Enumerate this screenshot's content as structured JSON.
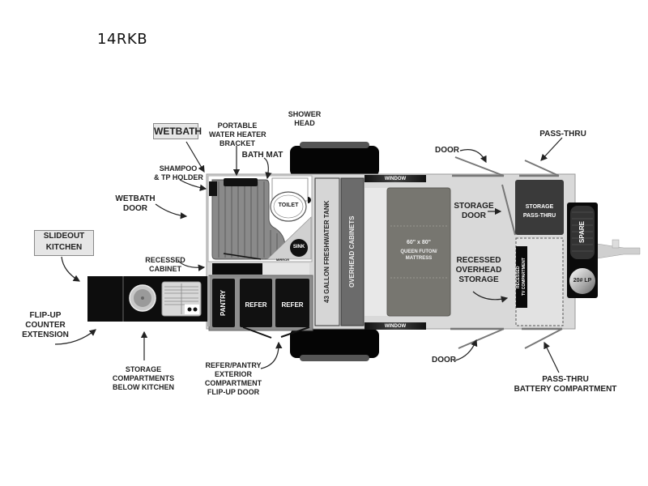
{
  "model_name": "14RKB",
  "callouts": {
    "wetbath": "WETBATH",
    "portable_water_heater": "PORTABLE\nWATER HEATER\nBRACKET",
    "shower_head": "SHOWER\nHEAD",
    "bath_mat": "BATH MAT",
    "shampoo_holder": "SHAMPOO\n& TP HOLDER",
    "wetbath_door": "WETBATH\nDOOR",
    "slideout_kitchen": "SLIDEOUT\nKITCHEN",
    "recessed_cabinet": "RECESSED\nCABINET",
    "flip_up_counter": "FLIP-UP\nCOUNTER\nEXTENSION",
    "storage_below_kitchen": "STORAGE\nCOMPARTMENTS\nBELOW KITCHEN",
    "refer_pantry_door": "REFER/PANTRY\nEXTERIOR\nCOMPARTMENT\nFLIP-UP DOOR",
    "door_top": "DOOR",
    "pass_thru_top": "PASS-THRU",
    "storage_door": "STORAGE\nDOOR",
    "recessed_overhead_storage": "RECESSED\nOVERHEAD\nSTORAGE",
    "door_bottom": "DOOR",
    "pass_thru_battery": "PASS-THRU\nBATTERY COMPARTMENT"
  },
  "fixtures": {
    "toilet": "TOILET",
    "sink": "SINK",
    "mirror": "MIRROR",
    "pantry": "PANTRY",
    "refer_1": "REFER",
    "refer_2": "REFER",
    "freshwater_tank": "43 GALLON FRESHWATER TANK",
    "overhead_cabinets": "OVERHEAD CABINETS",
    "window_top": "WINDOW",
    "window_bottom": "WINDOW",
    "bed_size": "60\" x 80\"",
    "bed_type": "QUEEN FUTON/\nMATTRESS",
    "storage_pass_thru": "STORAGE\nPASS-THRU",
    "recessed_tv": "RECESSED\nTV COMPARTMENT",
    "spare": "SPARE",
    "lp_tank": "20# LP"
  },
  "colors": {
    "body_fill": "#d9d9d9",
    "dark_fill": "#0a0a0a",
    "mid_gray": "#6e6e6e",
    "bed_fill": "#777670",
    "storage_box": "#3a3a3a",
    "line_gray": "#8a8a8a"
  }
}
